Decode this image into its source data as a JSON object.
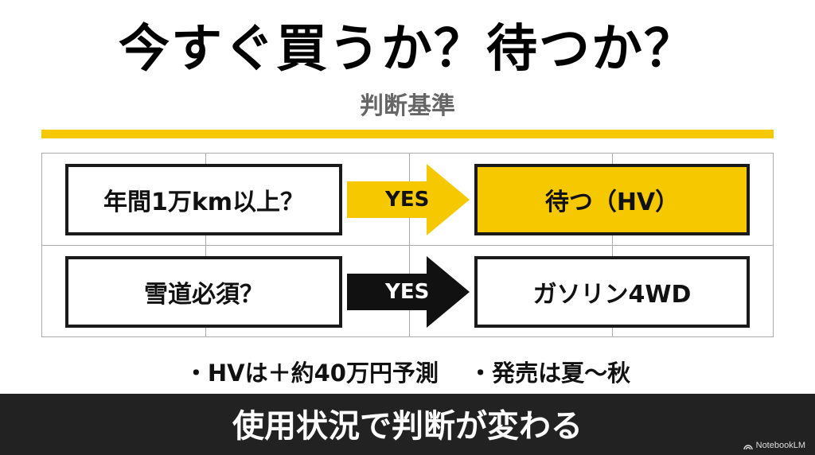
{
  "header": {
    "title": "今すぐ買うか？待つか？",
    "subtitle": "判断基準"
  },
  "flow": {
    "rows": [
      {
        "question": "年間1万km以上？",
        "arrow_label": "YES",
        "arrow_color": "#f5c800",
        "result": "待つ（HV）",
        "result_bg": "#f5c800"
      },
      {
        "question": "雪道必須？",
        "arrow_label": "YES",
        "arrow_color": "#111111",
        "result": "ガソリン4WD",
        "result_bg": "#ffffff"
      }
    ]
  },
  "notes": [
    "・HVは＋約40万円予測",
    "・発売は夏〜秋"
  ],
  "footer": {
    "text": "使用状況で判断が変わる",
    "brand": "NotebookLM"
  },
  "colors": {
    "accent": "#f5c800",
    "footer_bg": "#222222"
  }
}
